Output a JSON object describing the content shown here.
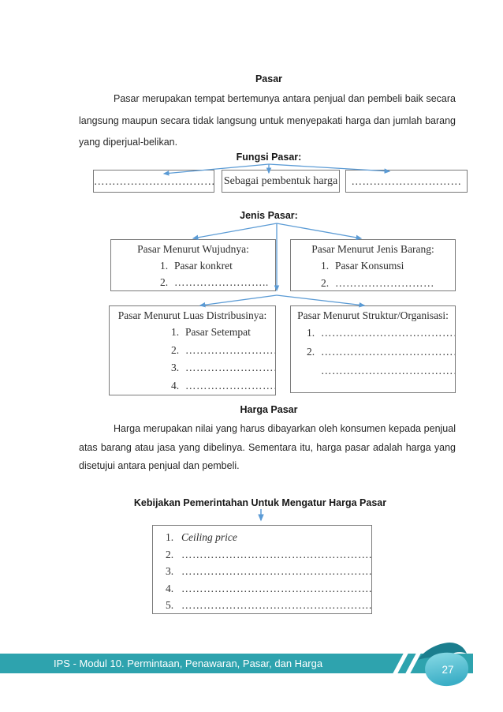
{
  "doc": {
    "title": "Pasar",
    "intro": "Pasar merupakan tempat bertemunya antara penjual dan pembeli baik secara langsung maupun secara tidak langsung untuk menyepakati harga dan jumlah barang yang diperjual-belikan."
  },
  "fungsi": {
    "heading": "Fungsi Pasar:",
    "box_left": "……………………………..",
    "box_center": "Sebagai pembentuk harga",
    "box_right": "…………………………"
  },
  "jenis": {
    "heading": "Jenis Pasar:",
    "wujud": {
      "title": "Pasar Menurut Wujudnya:",
      "items": [
        {
          "n": "1.",
          "t": "Pasar konkret"
        },
        {
          "n": "2.",
          "t": "…………………….."
        }
      ]
    },
    "barang": {
      "title": "Pasar Menurut Jenis Barang:",
      "items": [
        {
          "n": "1.",
          "t": "Pasar Konsumsi"
        },
        {
          "n": "2.",
          "t": "………………………"
        }
      ]
    },
    "distribusi": {
      "title": "Pasar Menurut Luas Distribusinya:",
      "items": [
        {
          "n": "1.",
          "t": "Pasar Setempat"
        },
        {
          "n": "2.",
          "t": "……………………………."
        },
        {
          "n": "3.",
          "t": "……………………………."
        },
        {
          "n": "4.",
          "t": "……………………………."
        }
      ]
    },
    "struktur": {
      "title": "Pasar Menurut Struktur/Organisasi:",
      "items": [
        {
          "n": "1.",
          "t": "…………………………………"
        },
        {
          "n": "2.",
          "t": "…………………………………"
        },
        {
          "n": "",
          "t": "………………………………….."
        }
      ]
    }
  },
  "harga": {
    "heading": "Harga Pasar",
    "body": "Harga merupakan nilai yang harus dibayarkan oleh konsumen kepada penjual atas barang atau jasa yang dibelinya. Sementara itu, harga pasar adalah harga yang disetujui antara penjual dan pembeli."
  },
  "kebijakan": {
    "heading": "Kebijakan Pemerintahan Untuk Mengatur Harga Pasar",
    "items": [
      {
        "n": "1.",
        "t": "Ceiling price"
      },
      {
        "n": "2.",
        "t": "……………………………………………."
      },
      {
        "n": "3.",
        "t": "……………………………………………."
      },
      {
        "n": "4.",
        "t": "……………………………………………."
      },
      {
        "n": "5.",
        "t": "……………………………………………."
      }
    ]
  },
  "footer": {
    "label": "IPS - Modul 10. Permintaan, Penawaran, Pasar, dan Harga",
    "page_number": "27"
  },
  "colors": {
    "arrow": "#5B9BD5",
    "footer_bar": "#2EA3AE",
    "badge_light_top": "#8ADBE6",
    "badge_light_bottom": "#3BAEC6",
    "badge_dark": "#1B7E8E",
    "box_border": "#7A7A7A"
  }
}
